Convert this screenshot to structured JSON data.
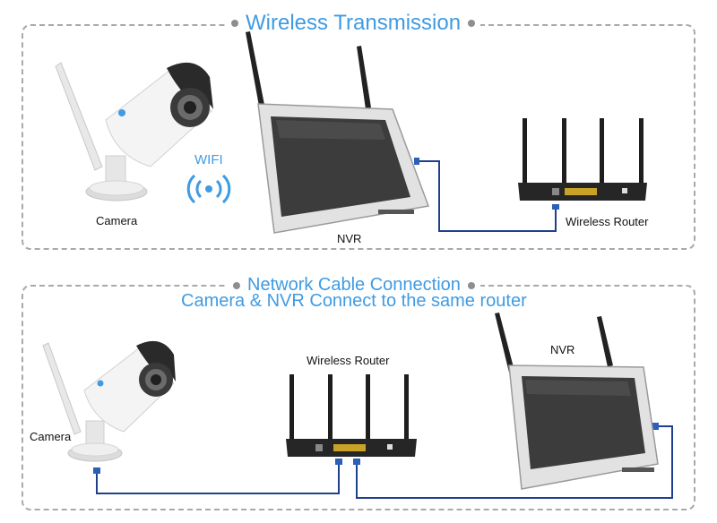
{
  "section1": {
    "title": "Wireless Transmission",
    "camera_label": "Camera",
    "wifi_label": "WIFI",
    "nvr_label": "NVR",
    "router_label": "Wireless Router"
  },
  "section2": {
    "title": "Network Cable Connection",
    "subtitle": "Camera & NVR Connect to the same router",
    "camera_label": "Camera",
    "router_label": "Wireless Router",
    "nvr_label": "NVR"
  },
  "colors": {
    "accent": "#3f9be3",
    "cable": "#1f3f8f",
    "dashed_border": "#a9a9a9"
  },
  "icons": [
    "security-camera-icon",
    "wifi-signal-icon",
    "nvr-monitor-icon",
    "wireless-router-icon",
    "network-cable-icon"
  ]
}
